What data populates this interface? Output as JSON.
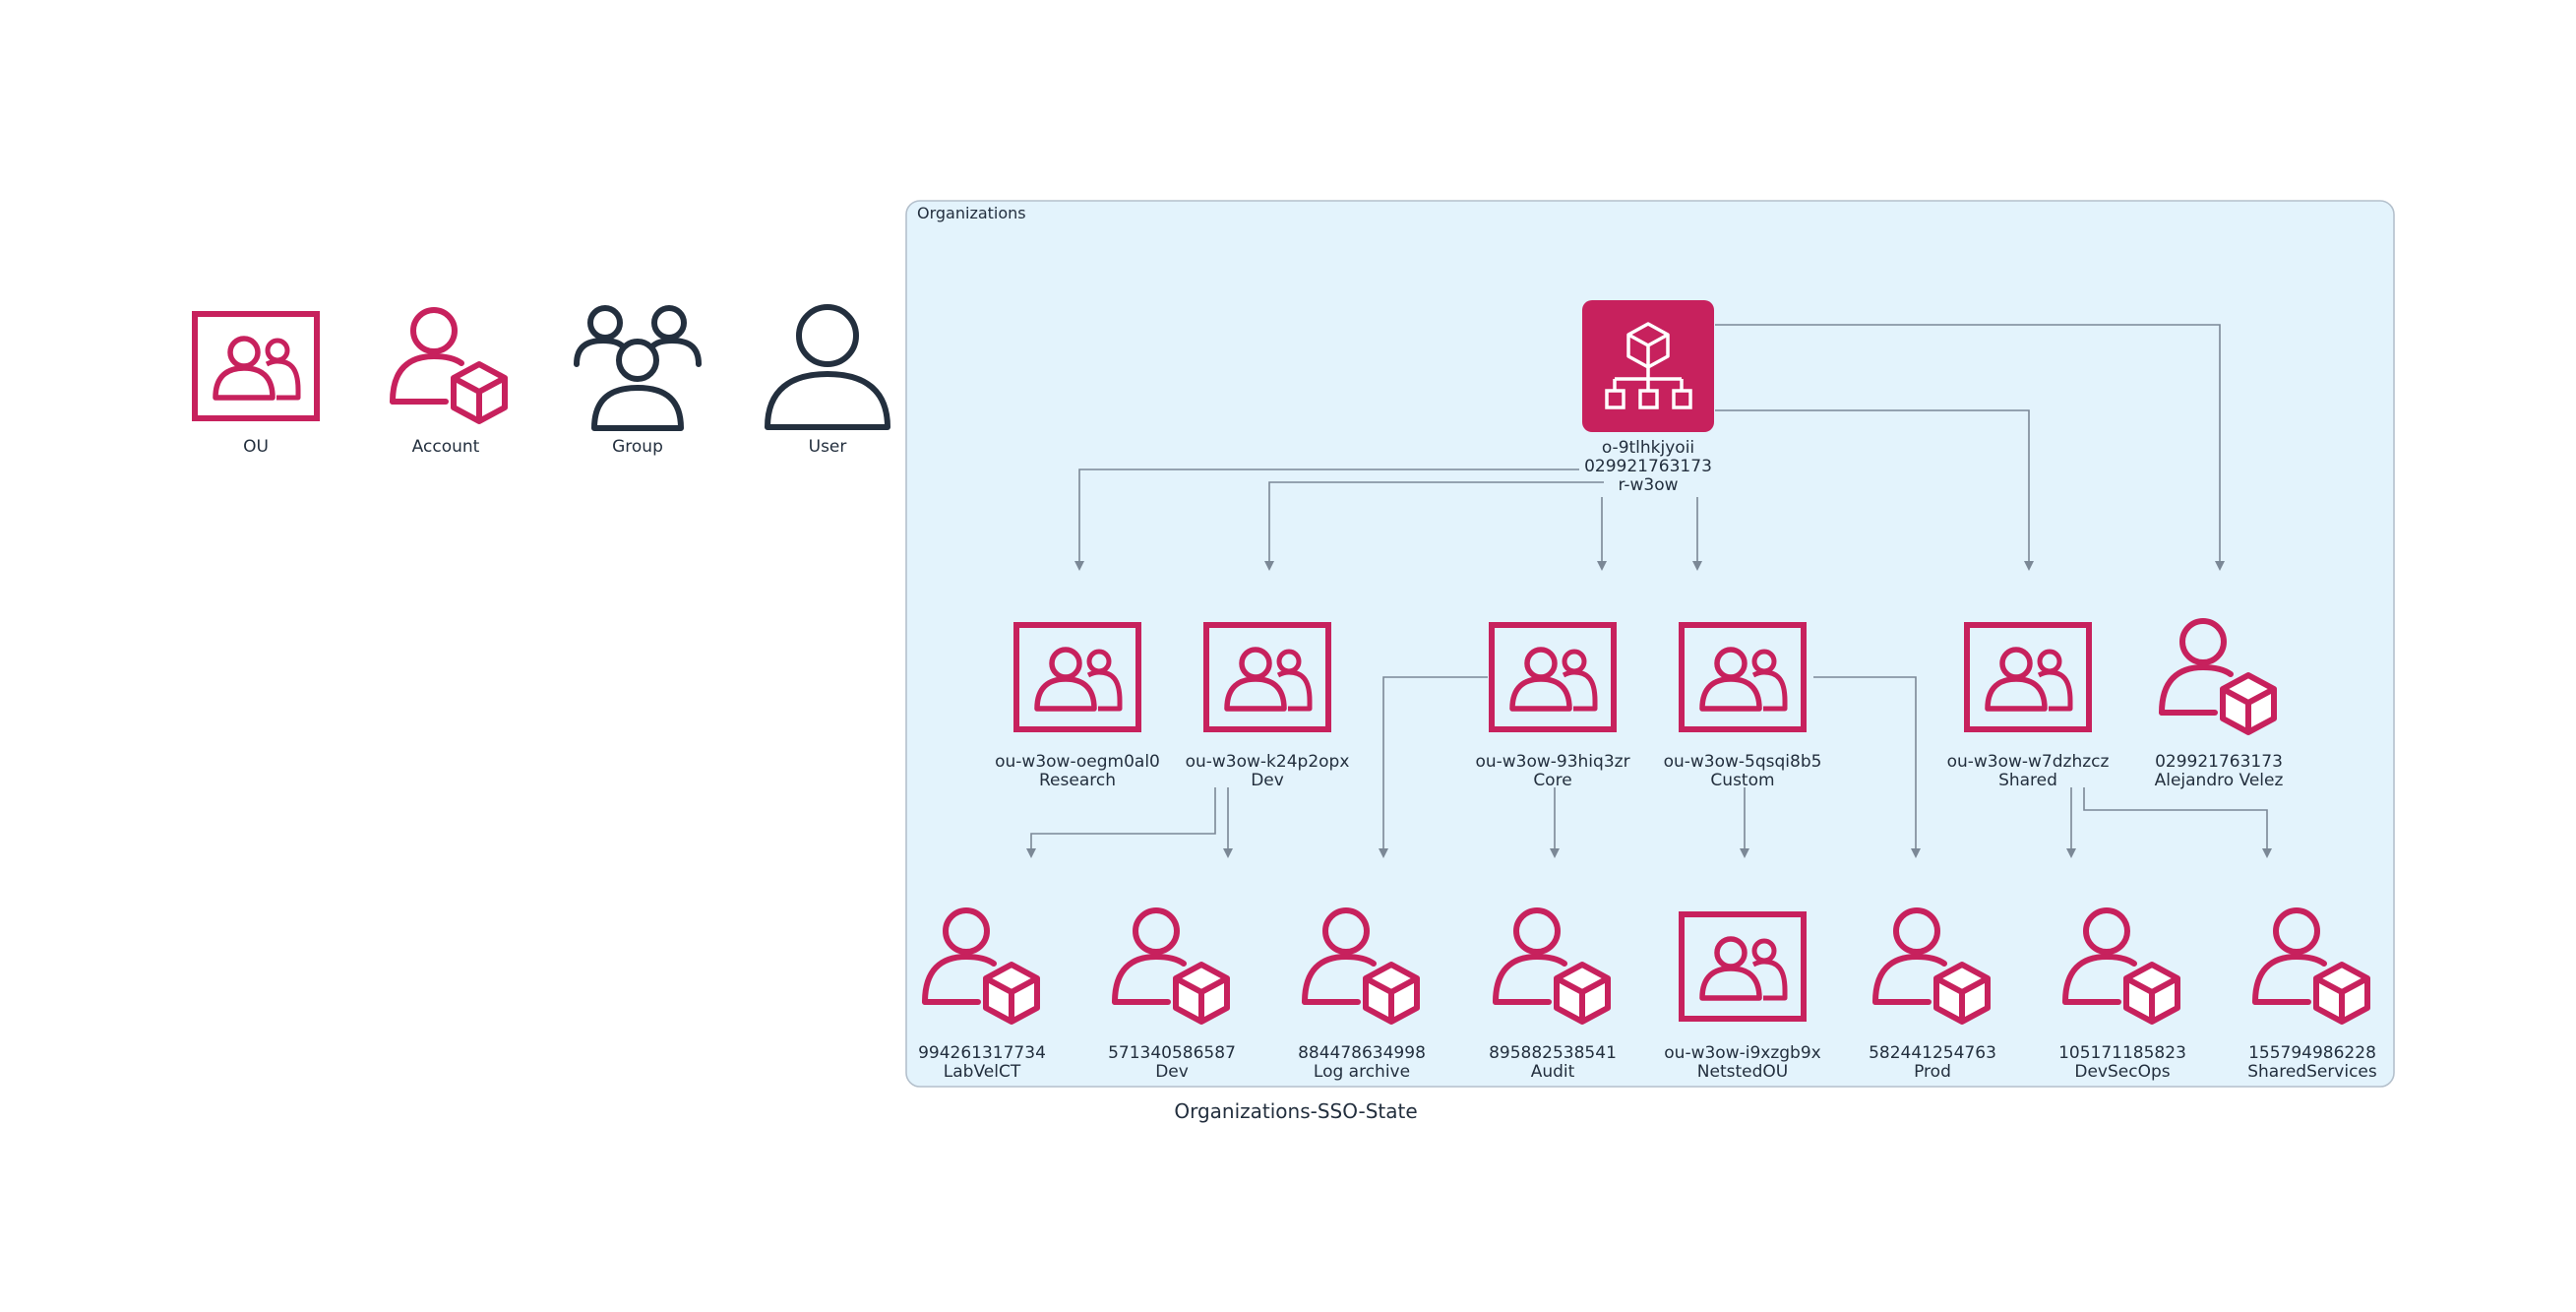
{
  "diagram": {
    "caption": "Organizations-SSO-State",
    "cluster_label": "Organizations",
    "colors": {
      "aws_pink": "#c7215d",
      "aws_dark": "#232f3e",
      "cluster_fill": "#e3f3fc",
      "cluster_stroke": "#b4c0cc",
      "edge": "#7b8896"
    },
    "legend": [
      {
        "id": "legend-ou",
        "icon": "ou-icon",
        "label": "OU"
      },
      {
        "id": "legend-account",
        "icon": "account-icon",
        "label": "Account"
      },
      {
        "id": "legend-group",
        "icon": "group-icon",
        "label": "Group"
      },
      {
        "id": "legend-user",
        "icon": "user-icon",
        "label": "User"
      }
    ],
    "root": {
      "icon": "organization-icon",
      "lines": [
        "o-9tlhkjyoii",
        "029921763173",
        "r-w3ow"
      ]
    },
    "level1": [
      {
        "icon": "ou-icon",
        "lines": [
          "ou-w3ow-oegm0al0",
          "Research"
        ]
      },
      {
        "icon": "ou-icon",
        "lines": [
          "ou-w3ow-k24p2opx",
          "Dev"
        ]
      },
      {
        "icon": "ou-icon",
        "lines": [
          "ou-w3ow-93hiq3zr",
          "Core"
        ]
      },
      {
        "icon": "ou-icon",
        "lines": [
          "ou-w3ow-5qsqi8b5",
          "Custom"
        ]
      },
      {
        "icon": "ou-icon",
        "lines": [
          "ou-w3ow-w7dzhzcz",
          "Shared"
        ]
      },
      {
        "icon": "account-icon",
        "lines": [
          "029921763173",
          "Alejandro Velez"
        ]
      }
    ],
    "level2": [
      {
        "icon": "account-icon",
        "lines": [
          "994261317734",
          "LabVelCT"
        ]
      },
      {
        "icon": "account-icon",
        "lines": [
          "571340586587",
          "Dev"
        ]
      },
      {
        "icon": "account-icon",
        "lines": [
          "884478634998",
          "Log archive"
        ]
      },
      {
        "icon": "account-icon",
        "lines": [
          "895882538541",
          "Audit"
        ]
      },
      {
        "icon": "ou-icon",
        "lines": [
          "ou-w3ow-i9xzgb9x",
          "NetstedOU"
        ]
      },
      {
        "icon": "account-icon",
        "lines": [
          "582441254763",
          "Prod"
        ]
      },
      {
        "icon": "account-icon",
        "lines": [
          "105171185823",
          "DevSecOps"
        ]
      },
      {
        "icon": "account-icon",
        "lines": [
          "155794986228",
          "SharedServices"
        ]
      }
    ]
  }
}
